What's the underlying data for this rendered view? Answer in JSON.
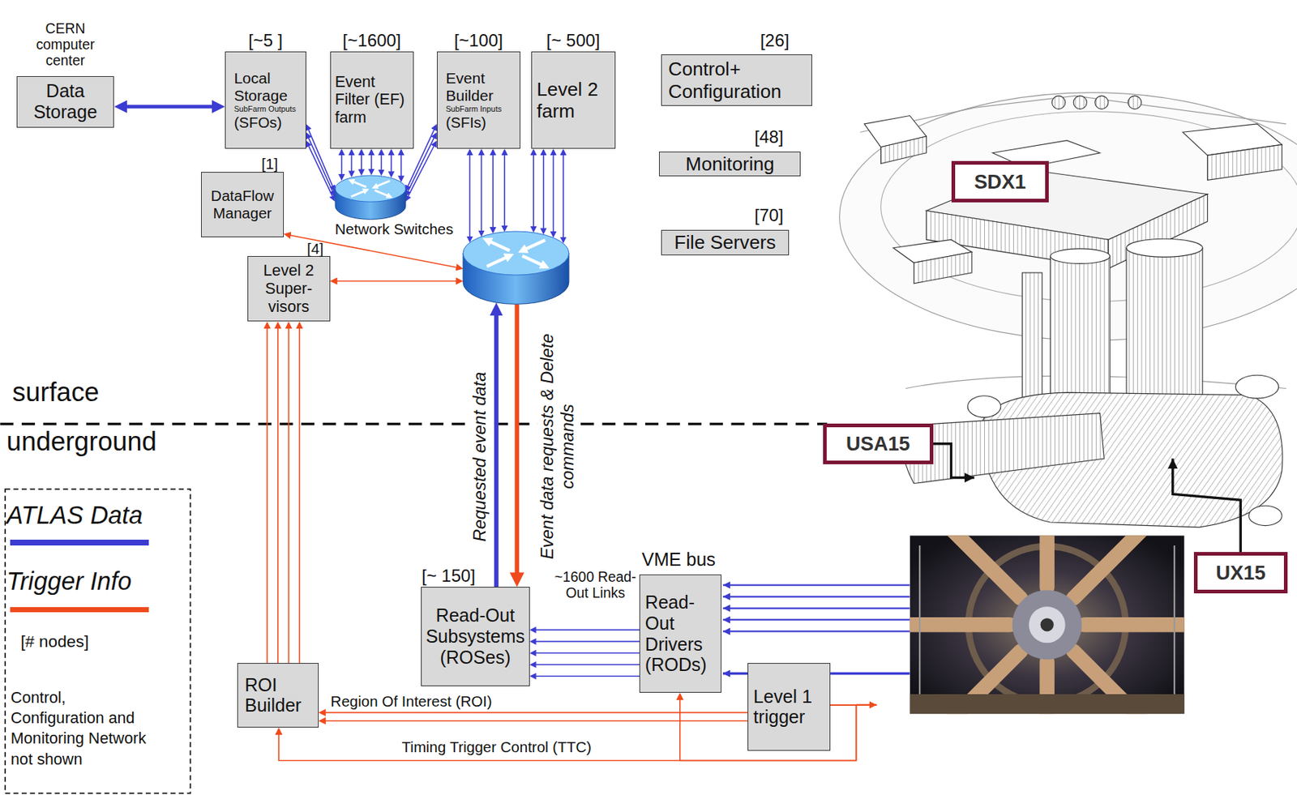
{
  "diagram": {
    "nodes": [
      {
        "text": [
          "CERN computer center",
          "Data Storage"
        ]
      },
      {
        "text": [
          "[~5 ]",
          "Local Storage",
          "SubFarm Outputs",
          "(SFOs)"
        ]
      },
      {
        "text": [
          "[~1600]",
          "Event Filter (EF) farm"
        ]
      },
      {
        "text": [
          "[~100]",
          "Event Builder",
          "SubFarm Inputs",
          "(SFIs)"
        ]
      },
      {
        "text": [
          "[~ 500]",
          "Level 2 farm"
        ]
      },
      {
        "text": [
          "[26]",
          "Control+ Configuration"
        ]
      },
      {
        "text": [
          "[48]",
          "Monitoring"
        ]
      },
      {
        "text": [
          "[70]",
          "File Servers"
        ]
      },
      {
        "text": [
          "[1]",
          "DataFlow Manager"
        ]
      },
      {
        "text": [
          "Network Switches"
        ]
      },
      {
        "text": []
      },
      {
        "text": [
          "[4]",
          "Level 2 Super- visors"
        ]
      },
      {
        "text": [
          "[~ 150]",
          "Read-Out Subsystems (ROSes)"
        ]
      },
      {
        "text": [
          "VME bus",
          "Read- Out Drivers (RODs)"
        ]
      },
      {
        "text": [
          "ROI Builder"
        ]
      },
      {
        "text": [
          "Level 1 trigger"
        ]
      },
      {
        "text": [
          "SDX1"
        ]
      },
      {
        "text": [
          "USA15"
        ]
      },
      {
        "text": [
          "UX15"
        ]
      }
    ],
    "edges": [
      {
        "from": 0,
        "to": 1,
        "arrow": "both"
      },
      {
        "from": 1,
        "to": 9,
        "arrow": "both"
      },
      {
        "from": 2,
        "to": 9,
        "arrow": "both"
      },
      {
        "from": 3,
        "to": 9,
        "arrow": "both"
      },
      {
        "from": 3,
        "to": 10,
        "arrow": "both"
      },
      {
        "from": 4,
        "to": 10,
        "arrow": "both"
      },
      {
        "from": 8,
        "to": 10,
        "arrow": "both"
      },
      {
        "from": 11,
        "to": 10,
        "arrow": "both"
      },
      {
        "from": 12,
        "to": 10,
        "arrow": "to",
        "label": "Requested event data"
      },
      {
        "from": 10,
        "to": 12,
        "arrow": "to",
        "label": "Event data requests & Delete commands"
      },
      {
        "from": 13,
        "to": 12,
        "arrow": "to",
        "label": "~1600 Read-Out Links"
      },
      {
        "from": 14,
        "to": 11,
        "arrow": "to"
      },
      {
        "from": 15,
        "to": 14,
        "arrow": "to",
        "label": "Region Of Interest (ROI)"
      },
      {
        "from": 15,
        "to": 14,
        "arrow": "to",
        "label": "Timing Trigger Control (TTC)"
      },
      {
        "from": 15,
        "to": 13,
        "arrow": "to"
      }
    ],
    "labels": [
      "surface",
      "underground",
      "[# nodes]",
      "Control, Configuration and Monitoring Network not shown"
    ],
    "legend": [
      {
        "text": "ATLAS Data",
        "color": "#3c3cd2"
      },
      {
        "text": "Trigger Info",
        "color": "#f04a1c"
      }
    ]
  }
}
